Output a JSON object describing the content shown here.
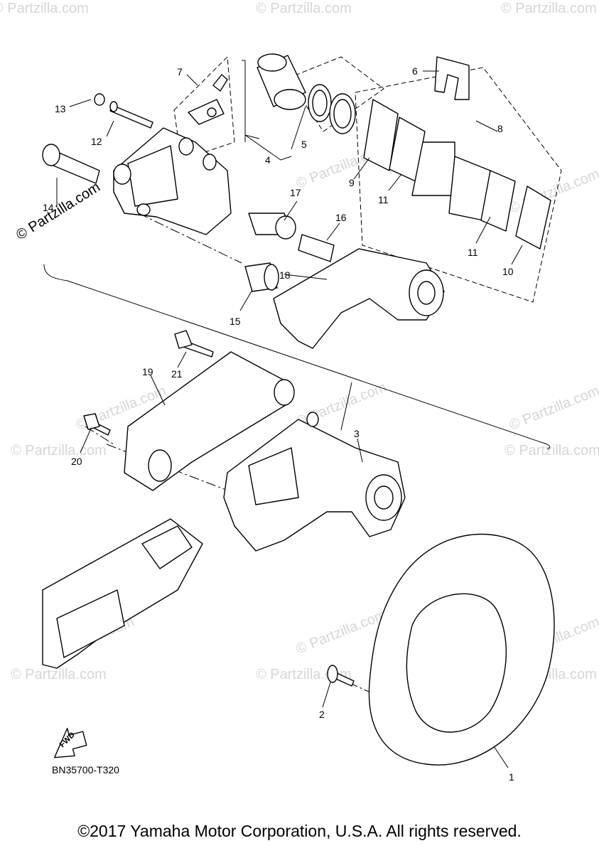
{
  "diagram": {
    "callouts": [
      "1",
      "2",
      "3",
      "4",
      "5",
      "6",
      "7",
      "8",
      "9",
      "10",
      "11",
      "11",
      "12",
      "13",
      "14",
      "15",
      "16",
      "17",
      "18",
      "19",
      "20",
      "21"
    ],
    "drawing_code": "BN35700-T320",
    "fwd_label": "FWD",
    "watermark_text": "© Partzilla.com",
    "watermark_dark": "© Partzilla.com"
  },
  "footer": {
    "copyright": "©2017 Yamaha Motor Corporation, U.S.A. All rights reserved."
  }
}
